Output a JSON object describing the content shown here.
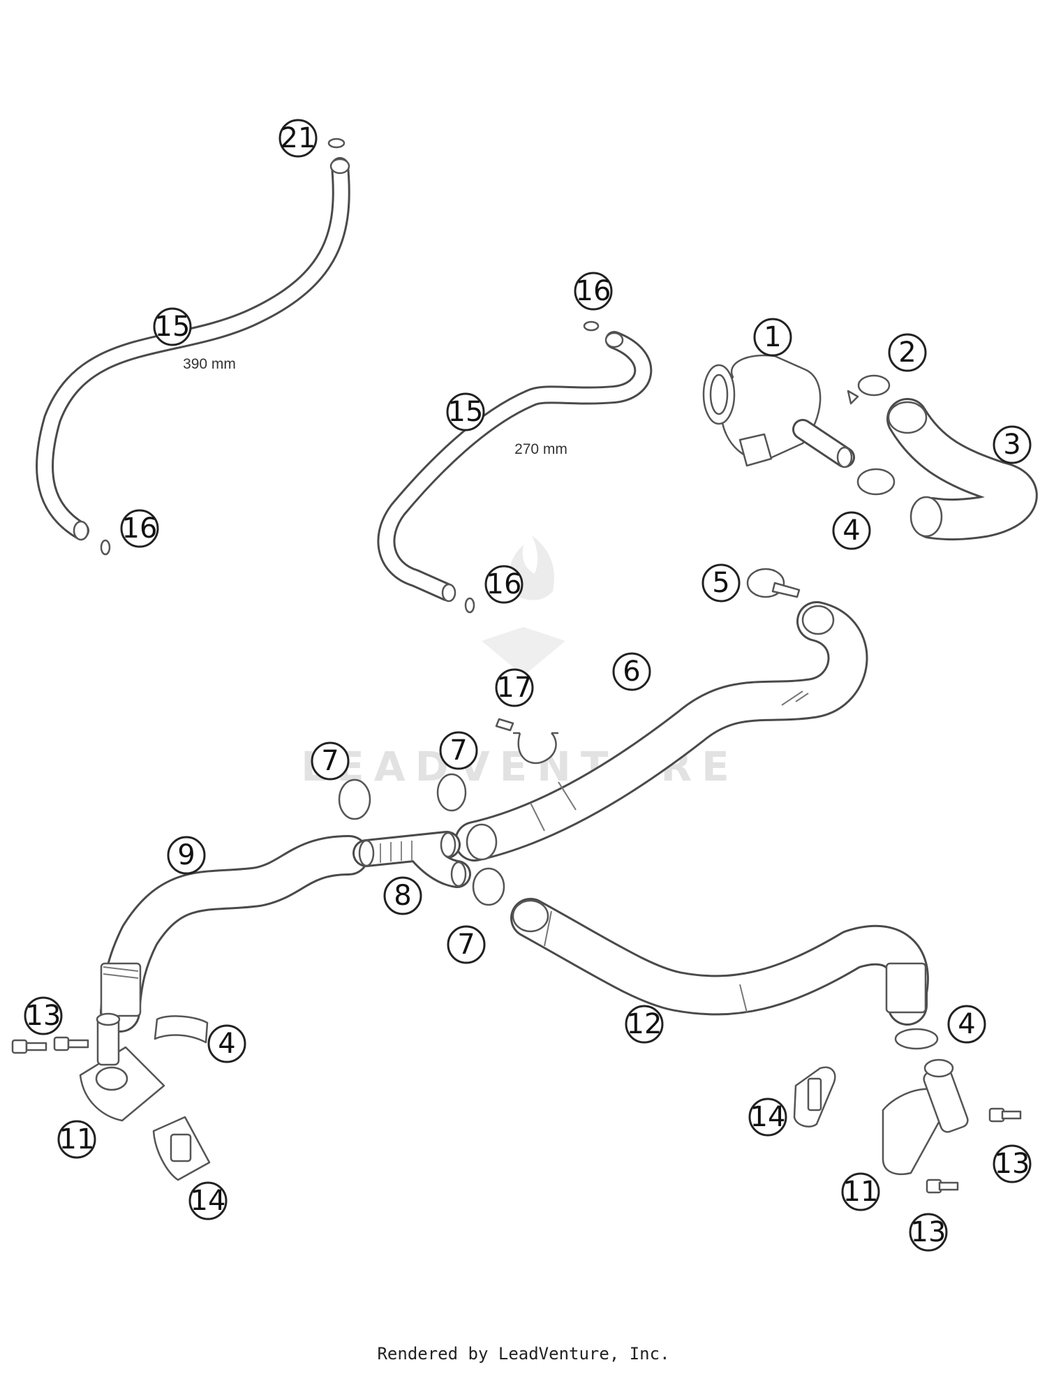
{
  "dimensions": {
    "hose_390": "390 mm",
    "hose_270": "270 mm"
  },
  "watermark": "LEADVENTURE",
  "footer": "Rendered by LeadVenture, Inc.",
  "callouts": [
    "1",
    "2",
    "3",
    "4",
    "5",
    "6",
    "7",
    "8",
    "9",
    "11",
    "12",
    "13",
    "14",
    "15",
    "16",
    "17",
    "21"
  ]
}
